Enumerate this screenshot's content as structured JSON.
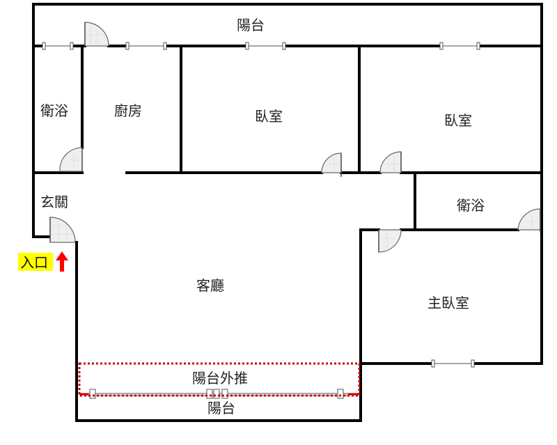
{
  "rooms": {
    "balcony_top": "陽台",
    "bath_left": "衛浴",
    "kitchen": "廚房",
    "bedroom_1": "臥室",
    "bedroom_2": "臥室",
    "foyer": "玄關",
    "bath_right": "衛浴",
    "living_room": "客廳",
    "master_bedroom": "主臥室",
    "balcony_extend": "陽台外推",
    "balcony_bottom": "陽台"
  },
  "entrance": {
    "label": "入口",
    "highlight_color": "#ffff00",
    "arrow_color": "#ff0000"
  },
  "colors": {
    "wall": "#000000",
    "extension_outline": "#cc0000"
  }
}
